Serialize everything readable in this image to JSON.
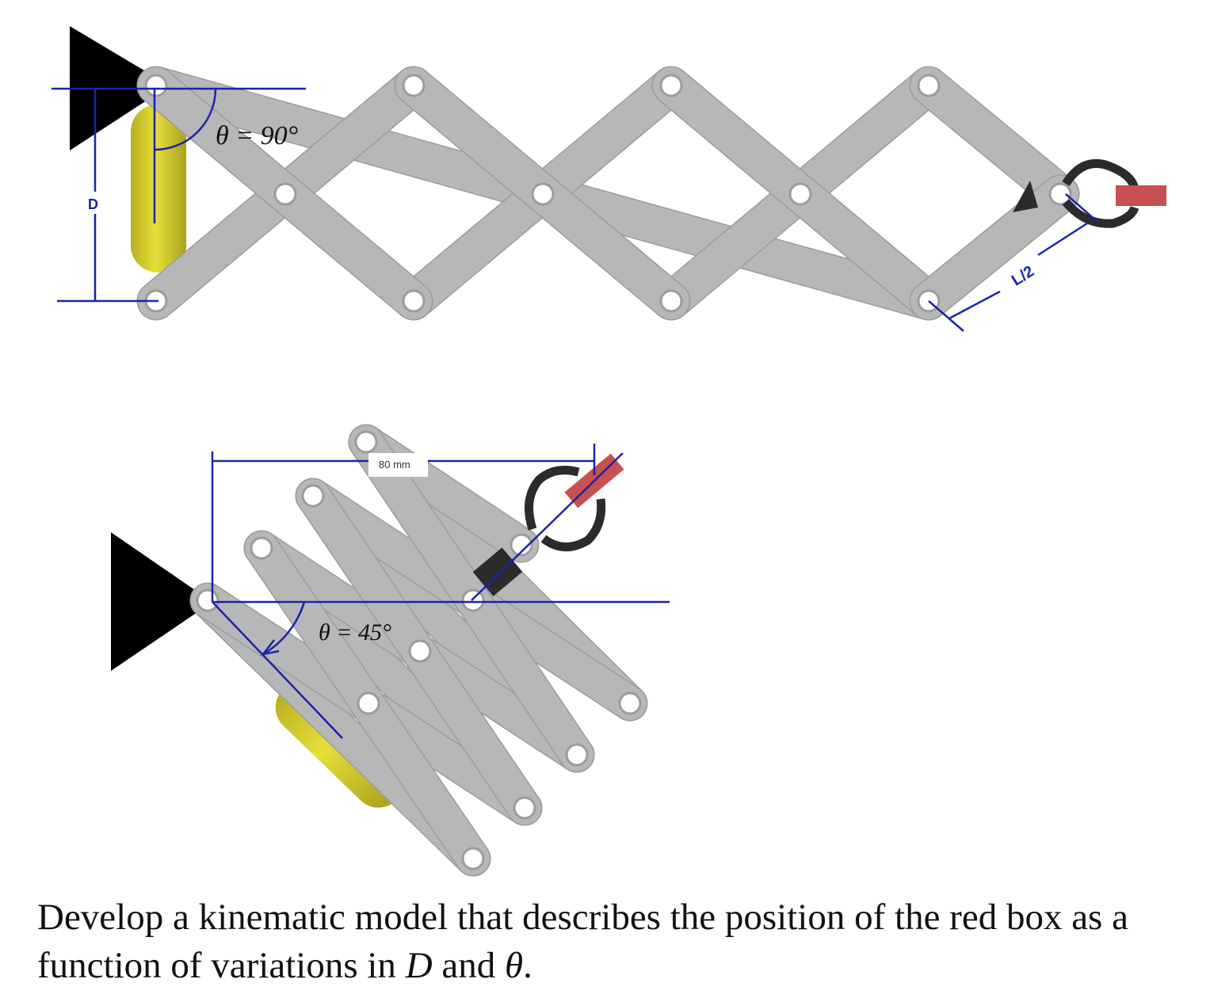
{
  "diagram": {
    "top": {
      "angle_label": "θ = 90°",
      "distance_label": "D",
      "half_length_label": "L/2"
    },
    "bottom": {
      "angle_label": "θ = 45°",
      "dimension_label": "80 mm"
    },
    "colors": {
      "link": "#b7b7b7",
      "link_edge": "#9c9c9c",
      "pin": "#ffffff",
      "base": "#000000",
      "actuator": "#d4cc2a",
      "annotation": "#1a24a8",
      "target_box": "#c85050",
      "gripper": "#2b2b2b"
    }
  },
  "caption": {
    "part1": "Develop a kinematic model that describes the position of the red box as a function of variations in ",
    "var_d": "D",
    "part2": " and ",
    "var_theta": "θ",
    "part3": "."
  }
}
